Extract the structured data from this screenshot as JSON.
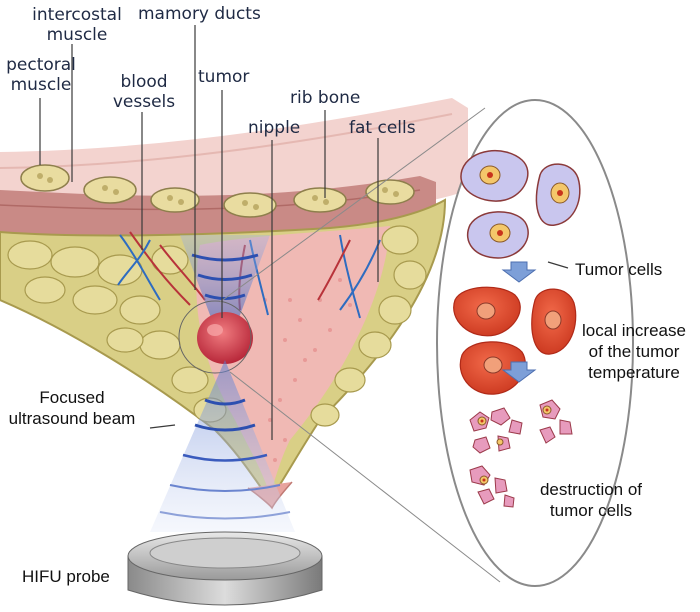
{
  "labels": {
    "intercostal_muscle_1": "intercostal",
    "intercostal_muscle_2": "muscle",
    "mamory_ducts": "mamory ducts",
    "pectoral_muscle_1": "pectoral",
    "pectoral_muscle_2": "muscle",
    "blood_vessels_1": "blood",
    "blood_vessels_2": "vessels",
    "tumor": "tumor",
    "rib_bone": "rib bone",
    "nipple": "nipple",
    "fat_cells": "fat cells",
    "tumor_cells": "Tumor cells",
    "local_increase_1": "local increase",
    "local_increase_2": "of the tumor",
    "local_increase_3": "temperature",
    "destruction_1": "destruction of",
    "destruction_2": "tumor cells",
    "focused_1": "Focused",
    "focused_2": "ultrasound beam",
    "hifu_probe": "HIFU probe"
  },
  "colors": {
    "skin": "#f3d3cf",
    "muscle": "#c98a86",
    "rib": "#e9dca0",
    "fat": "#d9cf86",
    "fat_edge": "#a89a4e",
    "gland": "#f0b9b4",
    "tumor": "#d94a50",
    "beam_blue": "#2c4fb0",
    "cell_healthy": "#c9c6ee",
    "cell_heated": "#e04a2c",
    "cell_destroyed": "#e79bbd",
    "label_text": "#1f2a44"
  }
}
